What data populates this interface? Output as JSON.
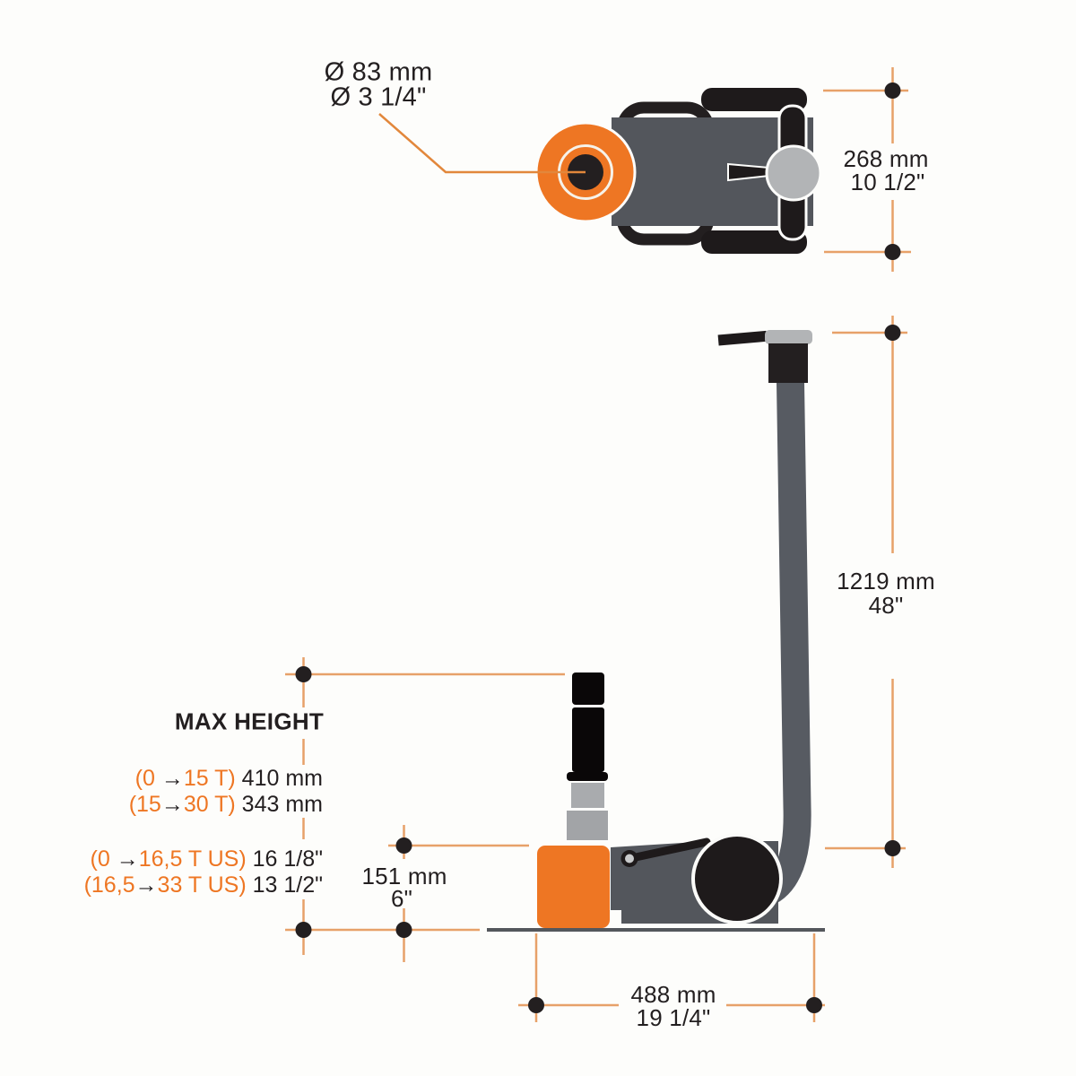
{
  "figure": "air-hydraulic-jack-dimensional-drawing",
  "saddle_diameter": {
    "mm": "Ø 83 mm",
    "in": "Ø 3 1/4\""
  },
  "dimensions": {
    "overall_width": {
      "mm": "268 mm",
      "in": "10 1/2\""
    },
    "handle_height": {
      "mm": "1219 mm",
      "in": "48\""
    },
    "min_height": {
      "mm": "151 mm",
      "in": "6\""
    },
    "overall_length": {
      "mm": "488 mm",
      "in": "19 1/4\""
    }
  },
  "max_height": {
    "title": "MAX HEIGHT",
    "specs": [
      {
        "open": "(0 ",
        "arrow": "→",
        "close": "15 T)",
        "value": " 410 mm"
      },
      {
        "open": "(15",
        "arrow": "→",
        "close": "30 T)",
        "value": " 343 mm"
      },
      {
        "open": "(0 ",
        "arrow": "→",
        "close": "16,5 T US)",
        "value": " 16 1/8\""
      },
      {
        "open": "(16,5",
        "arrow": "→",
        "close": "33 T US)",
        "value": " 13 1/2\""
      }
    ]
  },
  "colors": {
    "bg": "#FDFDFB",
    "ink": "#231F20",
    "accent": "#EE7623",
    "leader_line": "#E2873B",
    "dimension_line": "#E7A169",
    "body_gray": "#53565C",
    "handle_gray": "#575B62",
    "light_gray": "#B2B4B6",
    "piston_gray": "#A9ABAE",
    "solid_black": "#1E1A1B"
  }
}
